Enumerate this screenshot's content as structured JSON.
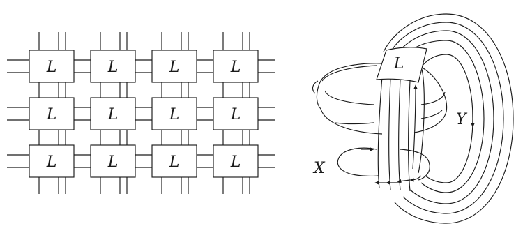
{
  "grid": {
    "rows": 3,
    "cols": 4,
    "tile_label": "L"
  },
  "right_figure": {
    "box_label": "L",
    "label_x": "X",
    "label_y": "Y"
  }
}
